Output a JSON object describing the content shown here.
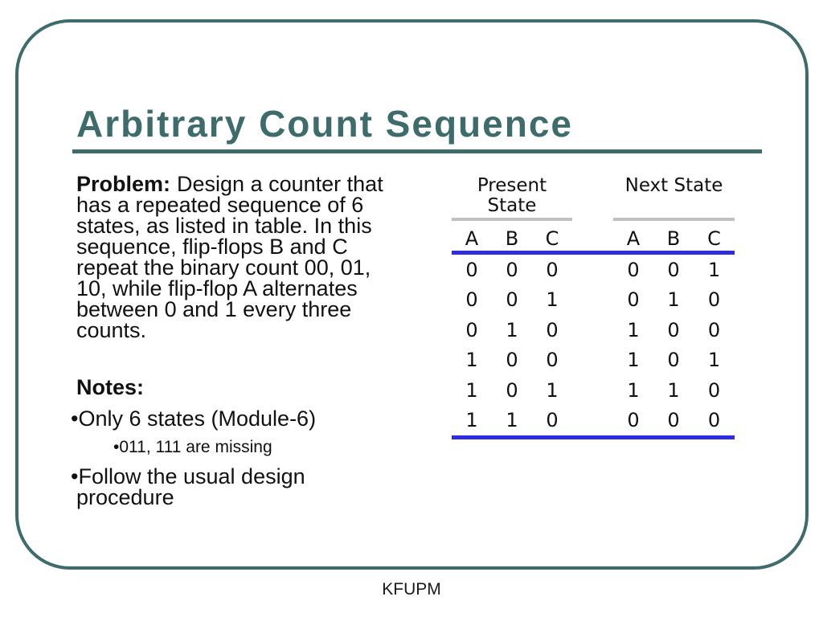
{
  "slide": {
    "title": "Arbitrary Count Sequence",
    "footer": "KFUPM",
    "colors": {
      "frame_teal": "#3d6c6b",
      "table_blue_rule": "#2e2ee0",
      "table_gray_rule": "#c0c0c0",
      "text": "#111111"
    }
  },
  "body": {
    "problem_label": "Problem:",
    "problem_lines": [
      "Design a counter that",
      "has a repeated sequence of 6",
      "states, as listed in table. In this",
      "sequence, flip-flops B and C",
      "repeat the binary count 00, 01,",
      "10, while flip-flop A alternates",
      "between 0 and 1 every three",
      "counts."
    ],
    "notes_label": "Notes:",
    "bullet_char": "•",
    "notes": [
      {
        "level": 1,
        "lines": [
          "Only 6 states (Module-6)"
        ]
      },
      {
        "level": 2,
        "lines": [
          "011, 111 are missing"
        ]
      },
      {
        "level": 1,
        "lines": [
          "Follow the usual design",
          "procedure"
        ]
      }
    ]
  },
  "table": {
    "group_headers": [
      {
        "lines": [
          "Present",
          "State"
        ]
      },
      {
        "lines": [
          "Next State"
        ]
      }
    ],
    "columns": [
      "A",
      "B",
      "C",
      "A",
      "B",
      "C"
    ],
    "rows": [
      [
        "0",
        "0",
        "0",
        "0",
        "0",
        "1"
      ],
      [
        "0",
        "0",
        "1",
        "0",
        "1",
        "0"
      ],
      [
        "0",
        "1",
        "0",
        "1",
        "0",
        "0"
      ],
      [
        "1",
        "0",
        "0",
        "1",
        "0",
        "1"
      ],
      [
        "1",
        "0",
        "1",
        "1",
        "1",
        "0"
      ],
      [
        "1",
        "1",
        "0",
        "0",
        "0",
        "0"
      ]
    ]
  }
}
